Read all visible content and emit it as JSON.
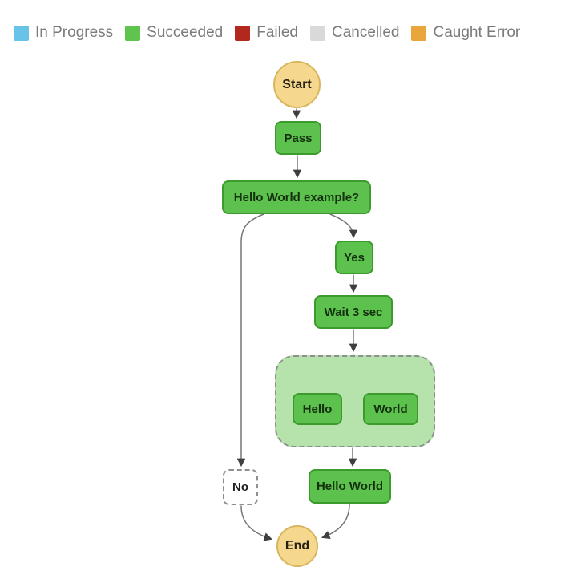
{
  "legend": {
    "items": [
      {
        "label": "In Progress",
        "color": "#69c3e9"
      },
      {
        "label": "Succeeded",
        "color": "#5ec44e"
      },
      {
        "label": "Failed",
        "color": "#b2281e"
      },
      {
        "label": "Cancelled",
        "color": "#d9d9d9"
      },
      {
        "label": "Caught Error",
        "color": "#e9a63a"
      }
    ]
  },
  "graph": {
    "nodes": {
      "start": {
        "label": "Start",
        "status": "terminal"
      },
      "pass": {
        "label": "Pass",
        "status": "succeeded"
      },
      "choice": {
        "label": "Hello World example?",
        "status": "succeeded"
      },
      "yes": {
        "label": "Yes",
        "status": "succeeded"
      },
      "wait": {
        "label": "Wait 3 sec",
        "status": "succeeded"
      },
      "parallel": {
        "status": "succeeded",
        "children": {
          "hello": {
            "label": "Hello",
            "status": "succeeded"
          },
          "world": {
            "label": "World",
            "status": "succeeded"
          }
        }
      },
      "no": {
        "label": "No",
        "status": "not-executed"
      },
      "hello_world": {
        "label": "Hello World",
        "status": "succeeded"
      },
      "end": {
        "label": "End",
        "status": "terminal"
      }
    },
    "edges": [
      {
        "from": "Start",
        "to": "Pass"
      },
      {
        "from": "Pass",
        "to": "Hello World example?"
      },
      {
        "from": "Hello World example?",
        "to": "No"
      },
      {
        "from": "Hello World example?",
        "to": "Yes"
      },
      {
        "from": "Yes",
        "to": "Wait 3 sec"
      },
      {
        "from": "Wait 3 sec",
        "to": "Parallel"
      },
      {
        "from": "Parallel",
        "to": "Hello"
      },
      {
        "from": "Parallel",
        "to": "World"
      },
      {
        "from": "Parallel",
        "to": "Hello World"
      },
      {
        "from": "No",
        "to": "End"
      },
      {
        "from": "Hello World",
        "to": "End"
      }
    ],
    "colors": {
      "succeeded_fill": "#5cc24d",
      "succeeded_border": "#3d9b2e",
      "terminal_fill": "#f5d88d",
      "terminal_border": "#d8b55e",
      "parallel_fill": "#b6e3ab",
      "not_executed_fill": "#ffffff",
      "dashed_border": "#8f8f8f",
      "edge_line": "#767676",
      "arrowhead": "#3f3f3f",
      "legend_text": "#7b7b7b"
    }
  }
}
